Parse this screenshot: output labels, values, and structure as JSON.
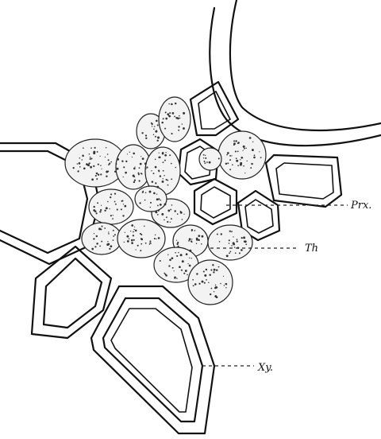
{
  "labels": {
    "prx": "Prx.",
    "th": "Th",
    "xy": "Xy."
  },
  "colors": {
    "background": "#ffffff",
    "ink": "#111111",
    "cell_fill": "#f3f3f3"
  }
}
